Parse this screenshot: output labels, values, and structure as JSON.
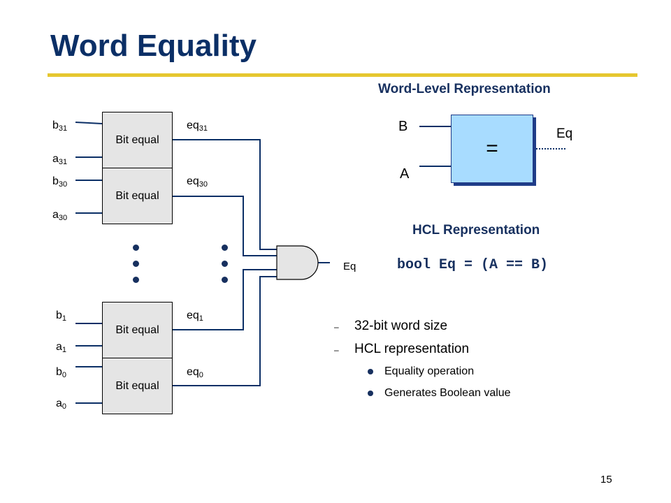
{
  "slide": {
    "title": "Word Equality",
    "page_number": "15",
    "accent_color": "#e6c72f",
    "title_color": "#0b2f66"
  },
  "circuit": {
    "block_label": "Bit equal",
    "inputs": {
      "b31": {
        "base": "b",
        "sub": "31"
      },
      "a31": {
        "base": "a",
        "sub": "31"
      },
      "b30": {
        "base": "b",
        "sub": "30"
      },
      "a30": {
        "base": "a",
        "sub": "30"
      },
      "b1": {
        "base": "b",
        "sub": "1"
      },
      "a1": {
        "base": "a",
        "sub": "1"
      },
      "b0": {
        "base": "b",
        "sub": "0"
      },
      "a0": {
        "base": "a",
        "sub": "0"
      }
    },
    "outputs": {
      "eq31": {
        "base": "eq",
        "sub": "31"
      },
      "eq30": {
        "base": "eq",
        "sub": "30"
      },
      "eq1": {
        "base": "eq",
        "sub": "1"
      },
      "eq0": {
        "base": "eq",
        "sub": "0"
      }
    },
    "gate_output_label": "Eq"
  },
  "word_level": {
    "heading": "Word-Level Representation",
    "input_b": "B",
    "input_a": "A",
    "operator": "=",
    "output": "Eq",
    "box_color": "#a8dcff"
  },
  "hcl": {
    "heading": "HCL Representation",
    "code": "bool Eq = (A == B)"
  },
  "bullets": {
    "dash": "–",
    "items": [
      {
        "text": "32-bit word size"
      },
      {
        "text": "HCL representation",
        "subitems": [
          "Equality operation",
          "Generates Boolean value"
        ]
      }
    ]
  }
}
